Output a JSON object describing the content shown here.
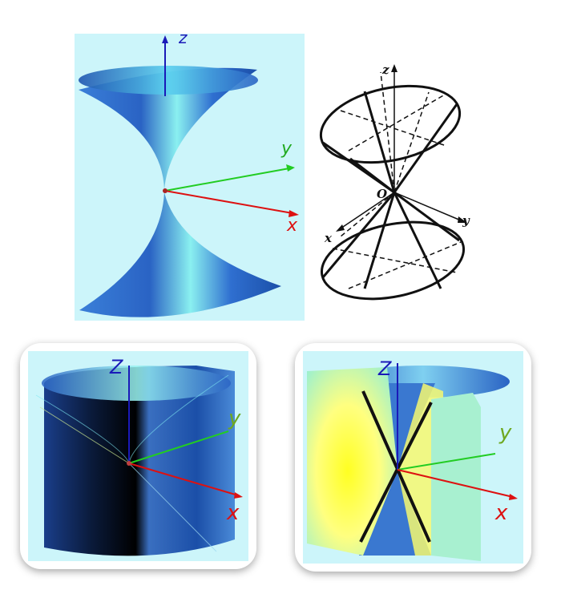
{
  "panels": {
    "top_left": {
      "axes": {
        "z": "z",
        "y": "y",
        "x": "x"
      }
    },
    "top_right": {
      "axes": {
        "z": "z",
        "origin": "O",
        "y": "y",
        "x": "x"
      }
    },
    "bottom_left": {
      "axes": {
        "z": "Z",
        "y": "y",
        "x": "x"
      }
    },
    "bottom_right": {
      "axes": {
        "z": "Z",
        "y": "y",
        "x": "x"
      }
    }
  },
  "colors": {
    "panel_bg": "#ccf5fa",
    "cone_blue": "#2a6fd0",
    "cone_light": "#7fe8f0",
    "axis_z": "#1a1ab8",
    "axis_y": "#22cc22",
    "axis_x": "#dd1111",
    "plane_yellow": "#ffff33"
  }
}
